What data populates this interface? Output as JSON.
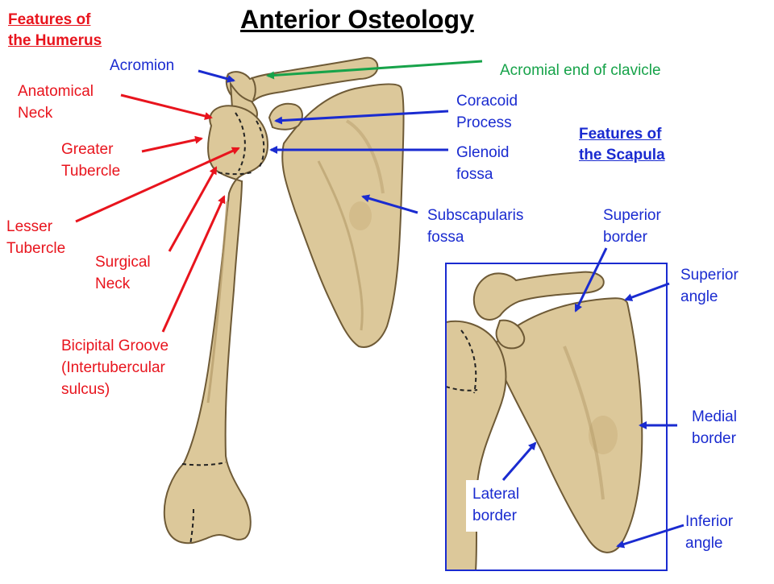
{
  "title": "Anterior Osteology",
  "headers": {
    "humerus": "Features of\nthe Humerus",
    "scapula": "Features of\nthe Scapula"
  },
  "labels": {
    "acromion": "Acromion",
    "acromial_end": "Acromial end of clavicle",
    "anatomical_neck": "Anatomical\nNeck",
    "coracoid": "Coracoid\nProcess",
    "greater_tubercle": "Greater\nTubercle",
    "glenoid": "Glenoid\nfossa",
    "lesser_tubercle": "Lesser\nTubercle",
    "subscapularis": "Subscapularis\nfossa",
    "surgical_neck": "Surgical\nNeck",
    "bicipital": "Bicipital Groove\n(Intertubercular\nsulcus)",
    "superior_border": "Superior\nborder",
    "superior_angle": "Superior\nangle",
    "medial_border": "Medial\nborder",
    "lateral_border": "Lateral\nborder",
    "inferior_angle": "Inferior\nangle"
  },
  "colors": {
    "humerus_labels": "#e8141d",
    "scapula_labels": "#1a2bd0",
    "clavicle_label": "#17a34a",
    "bone_fill": "#dcc89a",
    "bone_stroke": "#6e5a36",
    "bone_shadow": "#b39a68"
  }
}
